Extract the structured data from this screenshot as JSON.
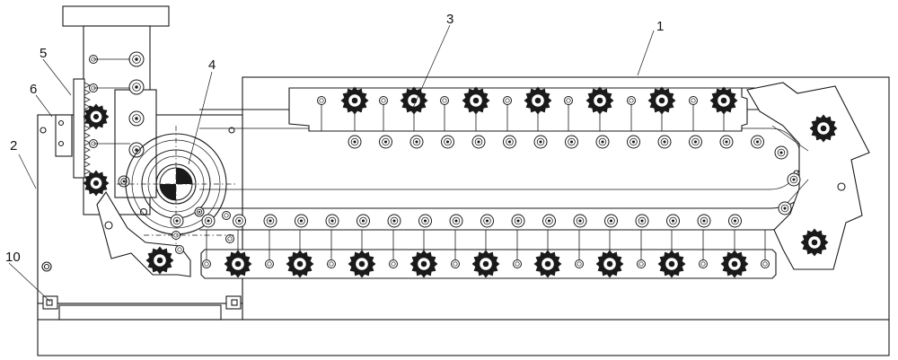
{
  "callouts": [
    {
      "id": "1",
      "label": "1"
    },
    {
      "id": "2",
      "label": "2"
    },
    {
      "id": "3",
      "label": "3"
    },
    {
      "id": "4",
      "label": "4"
    },
    {
      "id": "5",
      "label": "5"
    },
    {
      "id": "6",
      "label": "6"
    },
    {
      "id": "10",
      "label": "10"
    }
  ],
  "colors": {
    "line": "#1a1a1a",
    "paper": "#ffffff"
  },
  "icons": {
    "center_mark": "center-of-mass-icon"
  }
}
